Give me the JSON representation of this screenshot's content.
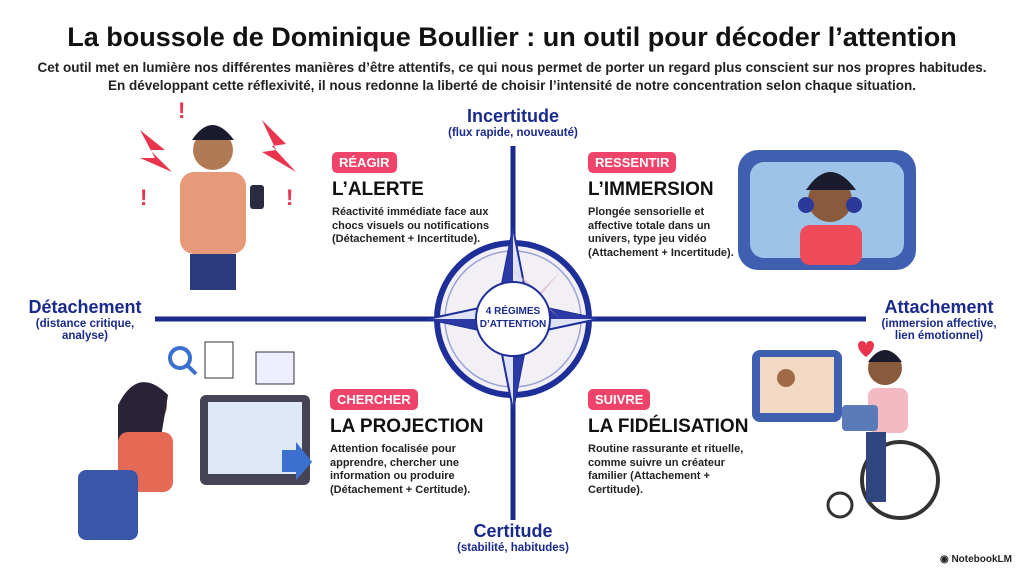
{
  "title": "La boussole de Dominique Boullier : un outil pour décoder l’attention",
  "subtitle": [
    "Cet outil met en lumière nos différentes manières d’être attentifs, ce qui nous permet de porter un regard plus conscient sur nos propres habitudes.",
    "En développant cette réflexivité, il nous redonne la liberté de choisir l’intensité de notre concentration selon chaque situation."
  ],
  "axes": {
    "top": {
      "label": "Incertitude",
      "sub": "(flux rapide, nouveauté)"
    },
    "bottom": {
      "label": "Certitude",
      "sub": "(stabilité, habitudes)"
    },
    "left": {
      "label": "Détachement",
      "sub1": "(distance critique,",
      "sub2": "analyse)"
    },
    "right": {
      "label": "Attachement",
      "sub1": "(immersion affective,",
      "sub2": "lien émotionnel)"
    }
  },
  "compass": {
    "line1": "4 RÉGIMES",
    "line2": "D’ATTENTION"
  },
  "quadrants": [
    {
      "badge": "RÉAGIR",
      "title": "L’ALERTE",
      "desc": "Réactivité immédiate face aux chocs visuels ou notifications (Détachement + Incertitude)."
    },
    {
      "badge": "RESSENTIR",
      "title": "L’IMMERSION",
      "desc": "Plongée sensorielle et affective totale dans un univers, type jeu vidéo (Attachement + Incertitude)."
    },
    {
      "badge": "CHERCHER",
      "title": "LA PROJECTION",
      "desc": "Attention focalisée pour apprendre, chercher une information ou produire (Détachement + Certitude)."
    },
    {
      "badge": "SUIVRE",
      "title": "LA FIDÉLISATION",
      "desc": "Routine rassurante et rituelle, comme suivre un créateur familier (Attachement + Certitude)."
    }
  ],
  "brand": "NotebookLM",
  "colors": {
    "axis": "#1a2a8c",
    "badge": "#f0436a"
  }
}
